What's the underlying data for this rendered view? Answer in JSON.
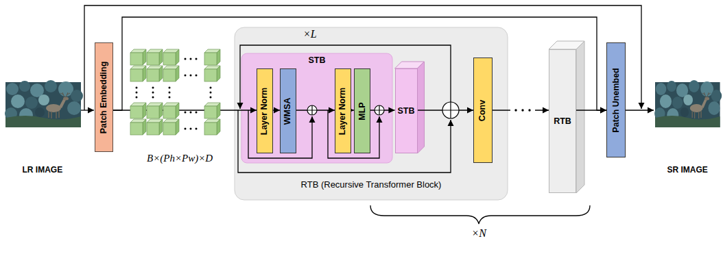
{
  "diagram": {
    "nodes": [
      {
        "text": [
          "Patch Embedding"
        ]
      },
      {
        "text": [
          "×L",
          "RTB (Recursive Transformer Block)"
        ]
      },
      {
        "text": [
          "STB"
        ],
        "in": 1
      },
      {
        "text": [
          "Layer Norm"
        ],
        "in": 2
      },
      {
        "text": [
          "WMSA"
        ],
        "in": 2
      },
      {
        "text": [
          "Layer Norm"
        ],
        "in": 2
      },
      {
        "text": [
          "MLP"
        ],
        "in": 2
      },
      {
        "text": [
          "STB"
        ],
        "in": 1
      },
      {
        "text": [
          "Conv"
        ],
        "in": 1
      },
      {
        "text": [
          "RTB"
        ]
      },
      {
        "text": [
          "Patch Unembed"
        ]
      }
    ],
    "edges": [
      {
        "from": 0,
        "to": 3,
        "arrow": "to"
      },
      {
        "from": 3,
        "to": 4,
        "arrow": "to"
      },
      {
        "from": 4,
        "to": 5,
        "arrow": "to"
      },
      {
        "from": 5,
        "to": 6,
        "arrow": "to"
      },
      {
        "from": 6,
        "to": 7,
        "arrow": "to"
      },
      {
        "from": 7,
        "to": 8,
        "arrow": "to"
      },
      {
        "from": 8,
        "to": 9,
        "arrow": "to"
      },
      {
        "from": 9,
        "to": 10,
        "arrow": "to"
      },
      {
        "from": 0,
        "to": 10,
        "arrow": "to"
      }
    ],
    "labels": [
      "LR IMAGE",
      "B×(Ph×Pw)×D",
      "×N",
      "SR IMAGE"
    ]
  }
}
